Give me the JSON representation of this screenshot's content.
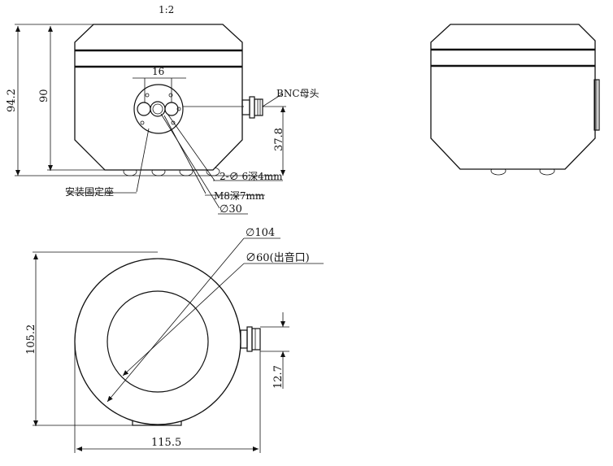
{
  "scale": "1:2",
  "front_view": {
    "dims": {
      "overall_height": "94.2",
      "body_height": "90",
      "hole_spacing": "16",
      "connector_height": "37.8"
    },
    "callouts": {
      "bnc": "BNC母头",
      "holes": "2-∅ 6深4mm",
      "thread": "M8深7mm",
      "circle": "∅30",
      "mount": "安装固定座"
    }
  },
  "top_view": {
    "dims": {
      "outer_diameter": "∅104",
      "inner_diameter": "∅60(出音口)",
      "overall_depth": "105.2",
      "overall_width": "115.5",
      "connector_width": "12.7"
    }
  }
}
